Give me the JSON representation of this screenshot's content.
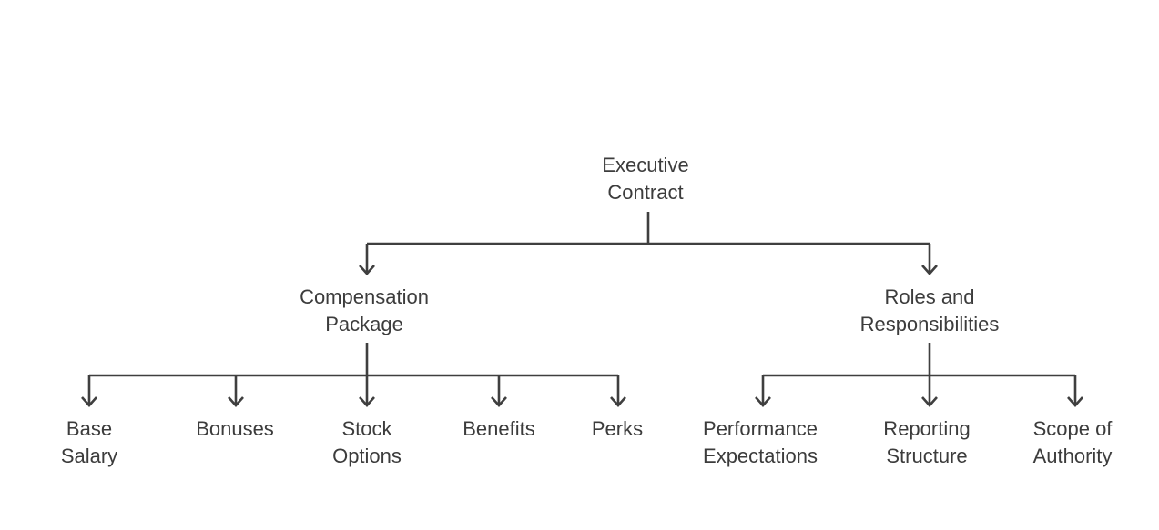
{
  "diagram": {
    "root": {
      "lines": [
        "Executive",
        "Contract"
      ]
    },
    "compensation": {
      "lines": [
        "Compensation",
        "Package"
      ],
      "children": {
        "base_salary": [
          "Base",
          "Salary"
        ],
        "bonuses": [
          "Bonuses"
        ],
        "stock_options": [
          "Stock",
          "Options"
        ],
        "benefits": [
          "Benefits"
        ],
        "perks": [
          "Perks"
        ]
      }
    },
    "roles": {
      "lines": [
        "Roles and",
        "Responsibilities"
      ],
      "children": {
        "performance": [
          "Performance",
          "Expectations"
        ],
        "reporting": [
          "Reporting",
          "Structure"
        ],
        "scope": [
          "Scope of",
          "Authority"
        ]
      }
    },
    "colors": {
      "line": "#3f3f3f",
      "text": "#3c3c3c",
      "background": "#ffffff"
    }
  }
}
